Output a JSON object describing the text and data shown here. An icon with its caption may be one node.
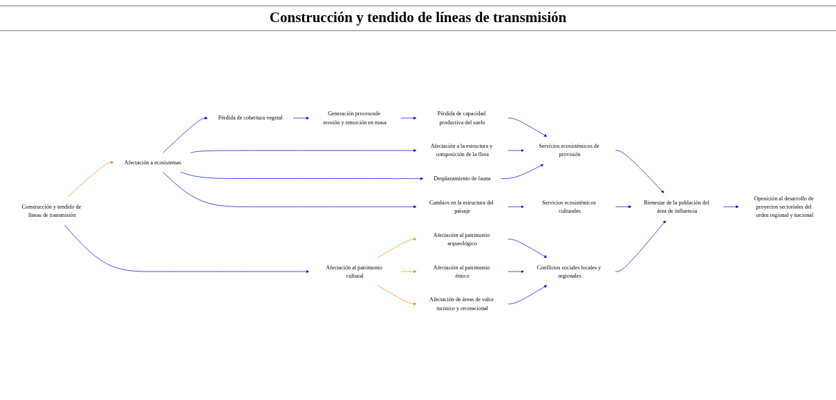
{
  "diagram": {
    "title": "Construcción y tendido de líneas de transmisión",
    "nodes": [
      {
        "text": [
          "Construcción y tendido de líneas de transmisión"
        ]
      },
      {
        "text": [
          "Afectación a ecosistemas"
        ]
      },
      {
        "text": [
          "Afectación al patrimonio cultural"
        ]
      },
      {
        "text": [
          "Generación procesosde erosión y remoción en masa"
        ]
      },
      {
        "text": [
          "Pérdida de cobertura vegetal"
        ]
      },
      {
        "text": [
          "Afectación a la estructura y composición de la flora"
        ]
      },
      {
        "text": [
          "Desplazamiento de fauna"
        ]
      },
      {
        "text": [
          "Cambios en la estructura del paisaje"
        ]
      },
      {
        "text": [
          "Afectación al patrimonio arqueológico"
        ]
      },
      {
        "text": [
          "Afectación al patrimonio étnico"
        ]
      },
      {
        "text": [
          "Afectación de áreas de valor turistico y recreacional"
        ]
      },
      {
        "text": [
          "Pérdida de capacidad productiva del suelo"
        ]
      },
      {
        "text": [
          "Servicios ecosistémicos de provisión"
        ]
      },
      {
        "text": [
          "Servicios ecosistémicos culturales"
        ]
      },
      {
        "text": [
          "Conflictos sociales locales y regionales"
        ]
      },
      {
        "text": [
          "Bienestar de la población del área de influencia"
        ]
      },
      {
        "text": [
          "Oposición al desarrollo de proyectos sectoriales del orden regional y nacional"
        ]
      }
    ],
    "edges": [
      {
        "from": 0,
        "to": 1,
        "arrow": "to",
        "color": "#f0901a"
      },
      {
        "from": 0,
        "to": 2,
        "arrow": "to"
      },
      {
        "from": 1,
        "to": 4,
        "arrow": "to"
      },
      {
        "from": 1,
        "to": 5,
        "arrow": "to"
      },
      {
        "from": 1,
        "to": 6,
        "arrow": "to"
      },
      {
        "from": 1,
        "to": 7,
        "arrow": "to"
      },
      {
        "from": 4,
        "to": 3,
        "arrow": "to"
      },
      {
        "from": 3,
        "to": 11,
        "arrow": "to"
      },
      {
        "from": 11,
        "to": 12,
        "arrow": "to"
      },
      {
        "from": 5,
        "to": 12,
        "arrow": "to"
      },
      {
        "from": 6,
        "to": 12,
        "arrow": "to"
      },
      {
        "from": 7,
        "to": 13,
        "arrow": "to"
      },
      {
        "from": 2,
        "to": 8,
        "arrow": "to",
        "color": "#f0901a"
      },
      {
        "from": 2,
        "to": 9,
        "arrow": "to",
        "color": "#f0901a"
      },
      {
        "from": 2,
        "to": 10,
        "arrow": "to",
        "color": "#f0901a"
      },
      {
        "from": 8,
        "to": 14,
        "arrow": "to"
      },
      {
        "from": 9,
        "to": 14,
        "arrow": "to"
      },
      {
        "from": 10,
        "to": 14,
        "arrow": "to"
      },
      {
        "from": 12,
        "to": 15,
        "arrow": "to"
      },
      {
        "from": 13,
        "to": 15,
        "arrow": "to"
      },
      {
        "from": 14,
        "to": 15,
        "arrow": "to"
      },
      {
        "from": 15,
        "to": 16,
        "arrow": "to"
      }
    ]
  }
}
